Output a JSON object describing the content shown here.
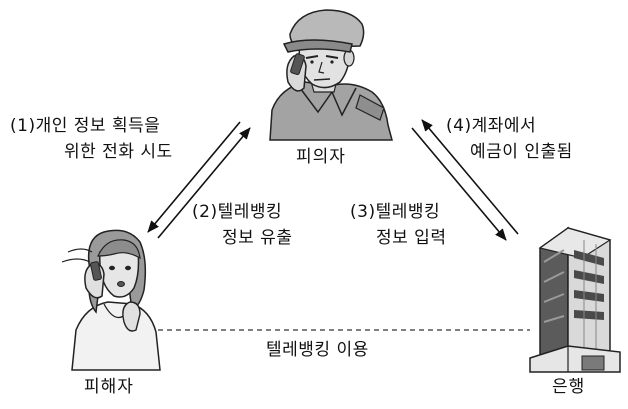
{
  "nodes": {
    "suspect": "피의자",
    "victim": "피해자",
    "bank": "은행"
  },
  "steps": {
    "step1_line1": "(1)개인 정보 획득을",
    "step1_line2": "위한 전화 시도",
    "step2_line1": "(2)텔레뱅킹",
    "step2_line2": "정보 유출",
    "step3_line1": "(3)텔레뱅킹",
    "step3_line2": "정보 입력",
    "step4_line1": "(4)계좌에서",
    "step4_line2": "예금이 인출됨"
  },
  "dashed_link": "텔레뱅킹 이용"
}
